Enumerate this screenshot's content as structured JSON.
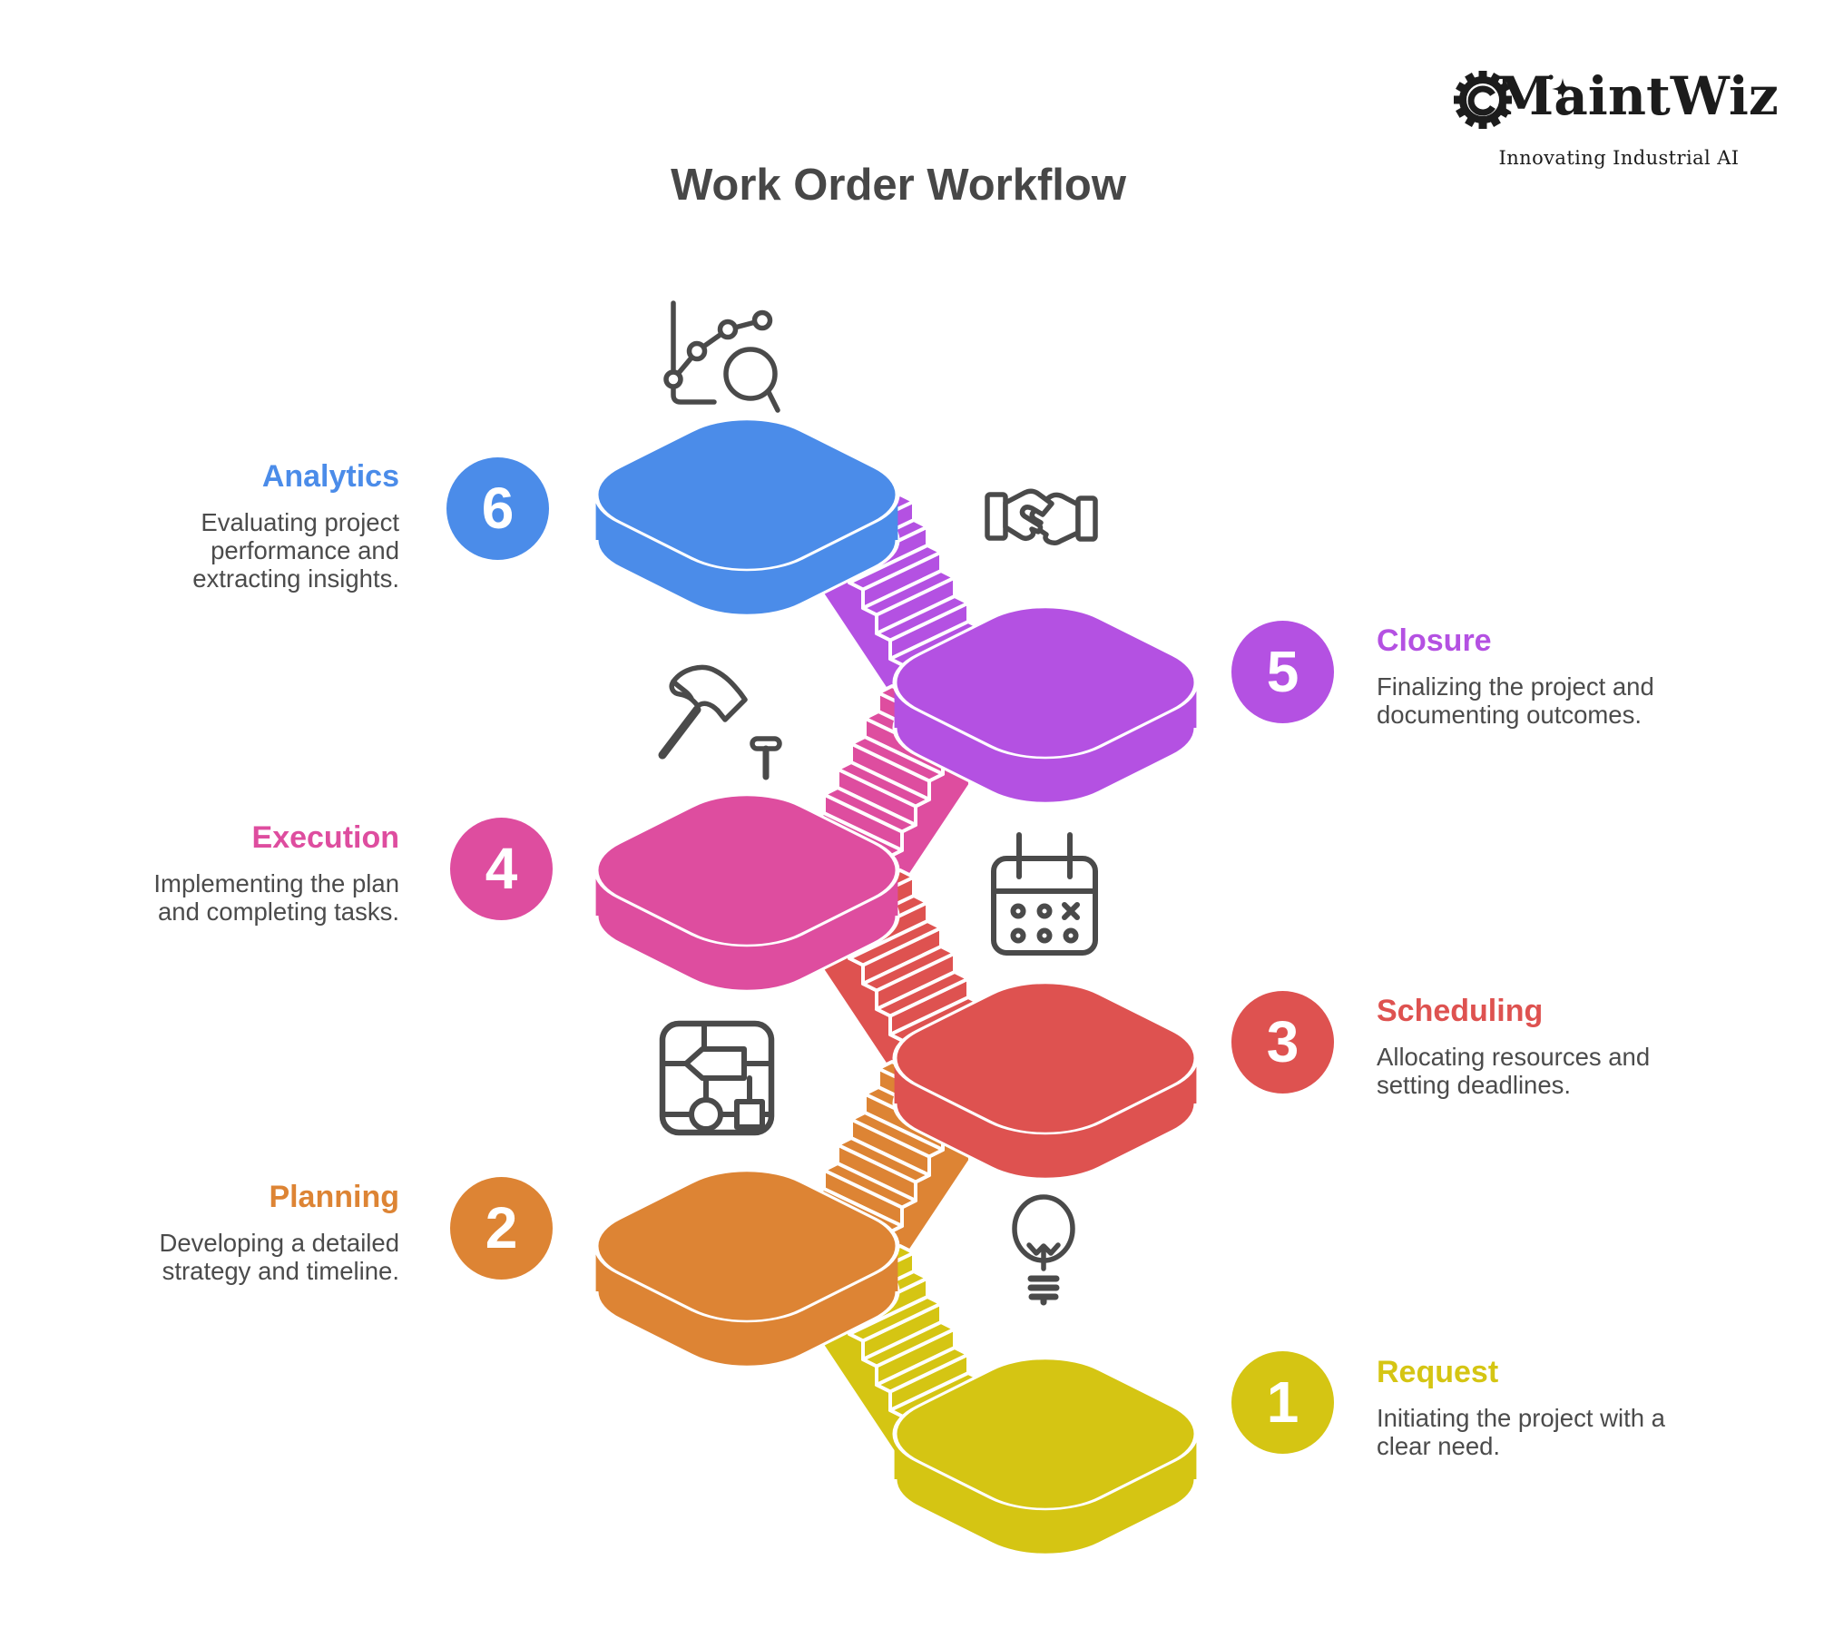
{
  "title": "Work Order Workflow",
  "logo": {
    "name": "MaintWiz",
    "tagline": "Innovating Industrial AI"
  },
  "steps": [
    {
      "number": "1",
      "label": "Request",
      "description": "Initiating the project with a clear need.",
      "color": "#d5c513",
      "icon": "lightbulb-icon",
      "side": "right"
    },
    {
      "number": "2",
      "label": "Planning",
      "description": "Developing a detailed strategy and timeline.",
      "color": "#dd8434",
      "icon": "flowchart-icon",
      "side": "left"
    },
    {
      "number": "3",
      "label": "Scheduling",
      "description": "Allocating resources and setting deadlines.",
      "color": "#de5250",
      "icon": "calendar-icon",
      "side": "right"
    },
    {
      "number": "4",
      "label": "Execution",
      "description": "Implementing the plan and completing tasks.",
      "color": "#de4d9f",
      "icon": "hammer-and-nail-icon",
      "side": "left"
    },
    {
      "number": "5",
      "label": "Closure",
      "description": "Finalizing the project and documenting outcomes.",
      "color": "#b451e2",
      "icon": "handshake-icon",
      "side": "right"
    },
    {
      "number": "6",
      "label": "Analytics",
      "description": "Evaluating project performance and extracting insights.",
      "color": "#4b8ce9",
      "icon": "analytics-chart-icon",
      "side": "left"
    }
  ],
  "colors": {
    "heading": "#474747",
    "text": "#4b4b4b",
    "icon_stroke": "#4a4a4a",
    "logo_ink": "#1c1c1c",
    "background": "#ffffff"
  }
}
